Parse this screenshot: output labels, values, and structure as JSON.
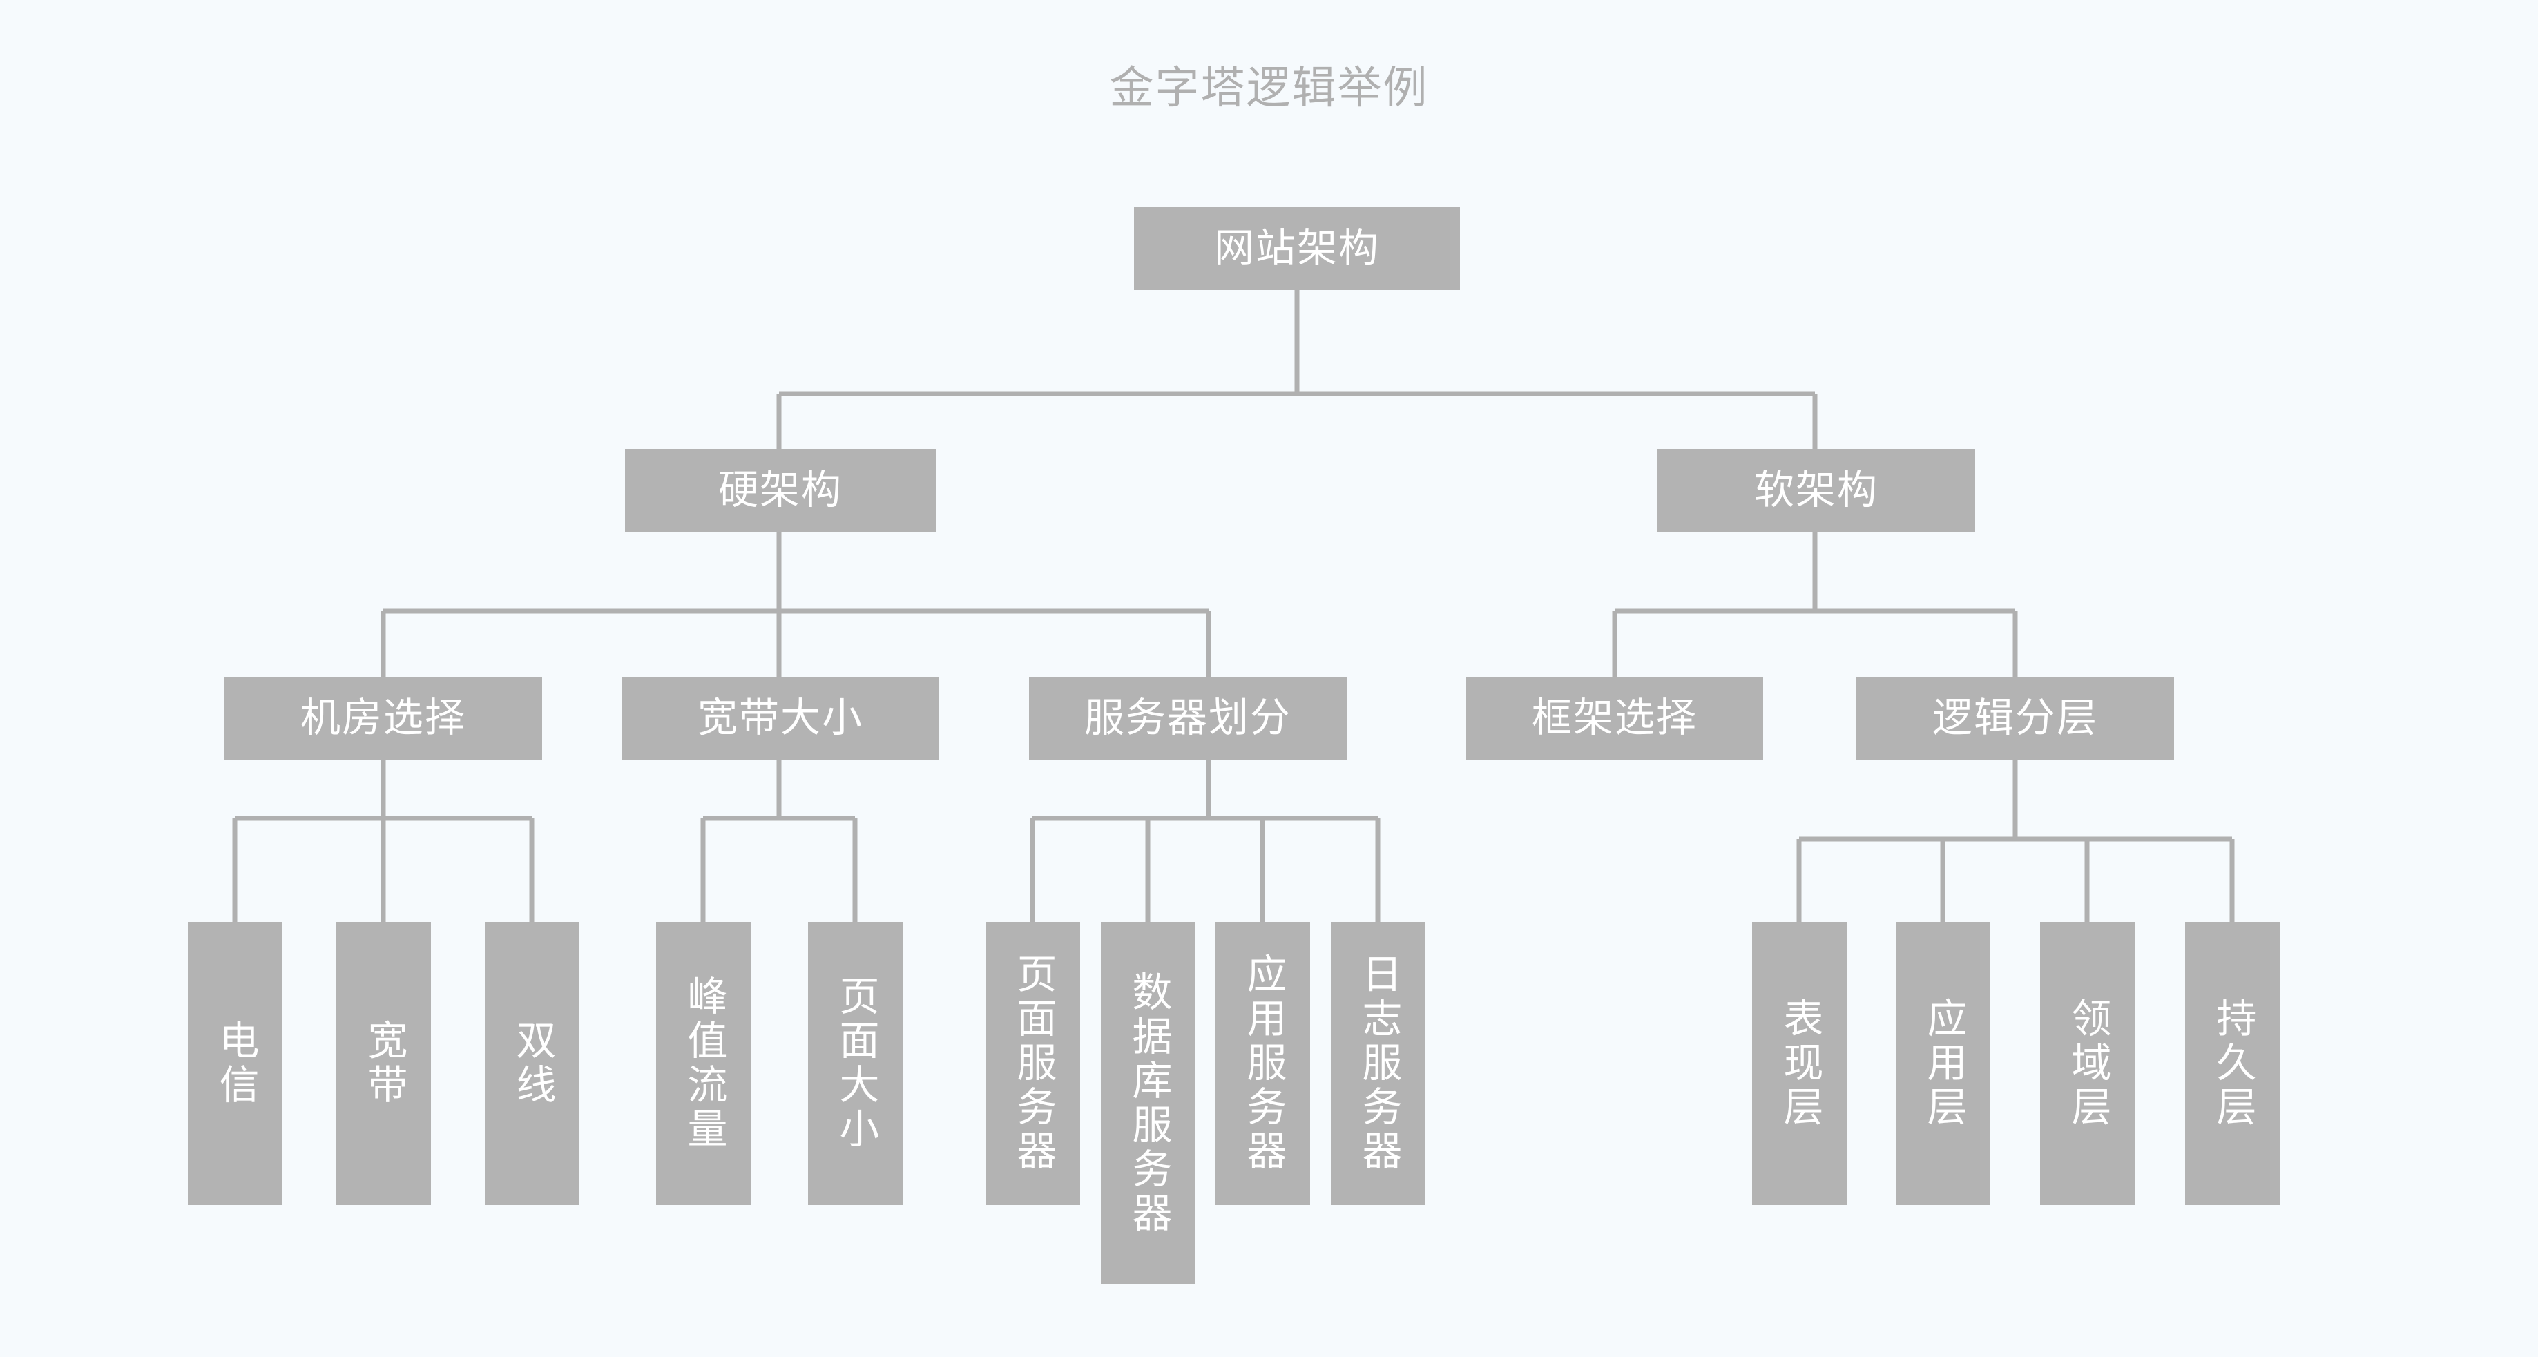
{
  "title": "金字塔逻辑举例",
  "colors": {
    "background": "#f6fafd",
    "node_fill": "#b3b3b3",
    "node_text": "#ffffff",
    "connector": "#b0b0b0",
    "title_text": "#b0b0b0"
  },
  "chart_data": {
    "type": "tree",
    "title": "金字塔逻辑举例",
    "orientation": "top-down",
    "depth": 4,
    "node_count": 19,
    "root": {
      "label": "网站架构",
      "children": [
        {
          "label": "硬架构",
          "children": [
            {
              "label": "机房选择",
              "children": [
                {
                  "label": "电信",
                  "children": []
                },
                {
                  "label": "宽带",
                  "children": []
                },
                {
                  "label": "双线",
                  "children": []
                }
              ]
            },
            {
              "label": "宽带大小",
              "children": [
                {
                  "label": "峰值流量",
                  "children": []
                },
                {
                  "label": "页面大小",
                  "children": []
                }
              ]
            },
            {
              "label": "服务器划分",
              "children": [
                {
                  "label": "页面服务器",
                  "children": []
                },
                {
                  "label": "数据库服务器",
                  "children": []
                },
                {
                  "label": "应用服务器",
                  "children": []
                },
                {
                  "label": "日志服务器",
                  "children": []
                }
              ]
            }
          ]
        },
        {
          "label": "软架构",
          "children": [
            {
              "label": "框架选择",
              "children": []
            },
            {
              "label": "逻辑分层",
              "children": [
                {
                  "label": "表现层",
                  "children": []
                },
                {
                  "label": "应用层",
                  "children": []
                },
                {
                  "label": "领域层",
                  "children": []
                },
                {
                  "label": "持久层",
                  "children": []
                }
              ]
            }
          ]
        }
      ]
    }
  },
  "nodes": {
    "root": {
      "label": "网站架构"
    },
    "hard": {
      "label": "硬架构"
    },
    "soft": {
      "label": "软架构"
    },
    "idc": {
      "label": "机房选择"
    },
    "bandwidth": {
      "label": "宽带大小"
    },
    "servers": {
      "label": "服务器划分"
    },
    "framework": {
      "label": "框架选择"
    },
    "layering": {
      "label": "逻辑分层"
    },
    "telecom": {
      "label": "电信"
    },
    "broadband": {
      "label": "宽带"
    },
    "dualline": {
      "label": "双线"
    },
    "peak_traffic": {
      "label": "峰值流量"
    },
    "page_size": {
      "label": "页面大小"
    },
    "page_server": {
      "label": "页面服务器"
    },
    "db_server": {
      "label": "数据库服务器"
    },
    "app_server": {
      "label": "应用服务器"
    },
    "log_server": {
      "label": "日志服务器"
    },
    "presentation_layer": {
      "label": "表现层"
    },
    "application_layer": {
      "label": "应用层"
    },
    "domain_layer": {
      "label": "领域层"
    },
    "persistence_layer": {
      "label": "持久层"
    }
  }
}
